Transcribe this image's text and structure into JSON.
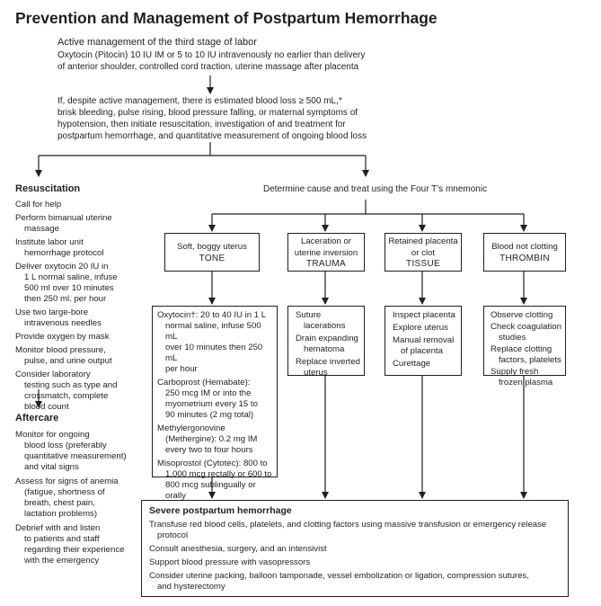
{
  "title": "Prevention and Management of Postpartum Hemorrhage",
  "active_management": {
    "heading": "Active management of the third stage of labor",
    "line1": "Oxytocin (Pitocin) 10 IU IM or 5 to 10 IU intravenously no earlier than delivery",
    "line2": "of anterior shoulder, controlled cord traction, uterine massage after placenta"
  },
  "blood_loss_criteria": [
    "If, despite active management, there is estimated blood loss ≥ 500 mL,*",
    "brisk bleeding, pulse rising, blood pressure falling, or maternal symptoms of",
    "hypotension, then initiate resuscitation, investigation of and treatment for",
    "postpartum hemorrhage, and quantitative measurement of ongoing blood loss"
  ],
  "resuscitation": {
    "heading": "Resuscitation",
    "items": [
      [
        "Call for help"
      ],
      [
        "Perform bimanual uterine",
        "massage"
      ],
      [
        "Institute labor unit",
        "hemorrhage protocol"
      ],
      [
        "Deliver oxytocin 20 IU in",
        "1 L normal saline, infuse",
        "500 ml over 10 minutes",
        "then 250 ml. per hour"
      ],
      [
        "Use two large-bore",
        "intravenous needles"
      ],
      [
        "Provide oxygen by mask"
      ],
      [
        "Monitor blood pressure,",
        "pulse, and urine output"
      ],
      [
        "Consider laboratory",
        "testing such as type and",
        "crossmatch, complete",
        "blood count"
      ]
    ]
  },
  "aftercare": {
    "heading": "Aftercare",
    "items": [
      [
        "Monitor for ongoing",
        "blood loss (preferably",
        "quantitative measurement)",
        "and vital signs"
      ],
      [
        "Assess for signs of anemia",
        "(fatigue, shortness of",
        "breath, chest pain,",
        "lactation problems)"
      ],
      [
        "Debrief with and listen",
        "to patients and staff",
        "regarding their experience",
        "with the emergency"
      ]
    ]
  },
  "determine_cause": "Determine cause and treat using the Four T's mnemonic",
  "causes": [
    {
      "desc": [
        "Soft, boggy uterus"
      ],
      "name": "TONE"
    },
    {
      "desc": [
        "Laceration or",
        "uterine inversion"
      ],
      "name": "TRAUMA"
    },
    {
      "desc": [
        "Retained placenta",
        "or clot"
      ],
      "name": "TISSUE"
    },
    {
      "desc": [
        "Blood not clotting"
      ],
      "name": "THROMBIN"
    }
  ],
  "tone_treatment": [
    [
      "Oxytocin†: 20 to 40 IU in 1 L",
      "normal saline, infuse 500 mL",
      "over 10 minutes then 250 mL",
      "per hour"
    ],
    [
      "Carboprost (Hemabate):",
      "250 mcg IM or into the",
      "myometrium every 15 to",
      "90 minutes (2 mg total)"
    ],
    [
      "Methylergonovine",
      "(Methergine): 0.2 mg IM",
      "every two to four hours"
    ],
    [
      "Misoprostol (Cytotec): 800 to",
      "1,000 mcg rectally or 600 to",
      "800 mcg sublingually or orally"
    ]
  ],
  "trauma_treatment": [
    [
      "Suture lacerations"
    ],
    [
      "Drain expanding",
      "hematoma"
    ],
    [
      "Replace inverted",
      "uterus"
    ]
  ],
  "tissue_treatment": [
    [
      "Inspect placenta"
    ],
    [
      "Explore uterus"
    ],
    [
      "Manual removal",
      "of placenta"
    ],
    [
      "Curettage"
    ]
  ],
  "thrombin_treatment": [
    [
      "Observe clotting"
    ],
    [
      "Check coagulation",
      "studies"
    ],
    [
      "Replace clotting",
      "factors, platelets"
    ],
    [
      "Supply fresh",
      "frozen plasma"
    ]
  ],
  "severe": {
    "heading": "Severe postpartum hemorrhage",
    "items": [
      [
        "Transfuse red blood cells, platelets, and clotting factors using massive transfusion or emergency release",
        "protocol"
      ],
      [
        "Consult anesthesia, surgery, and an intensivist"
      ],
      [
        "Support blood pressure with vasopressors"
      ],
      [
        "Consider uterine packing, balloon tamponade, vessel embolization or ligation, compression sutures,",
        "and hysterectomy"
      ]
    ]
  }
}
